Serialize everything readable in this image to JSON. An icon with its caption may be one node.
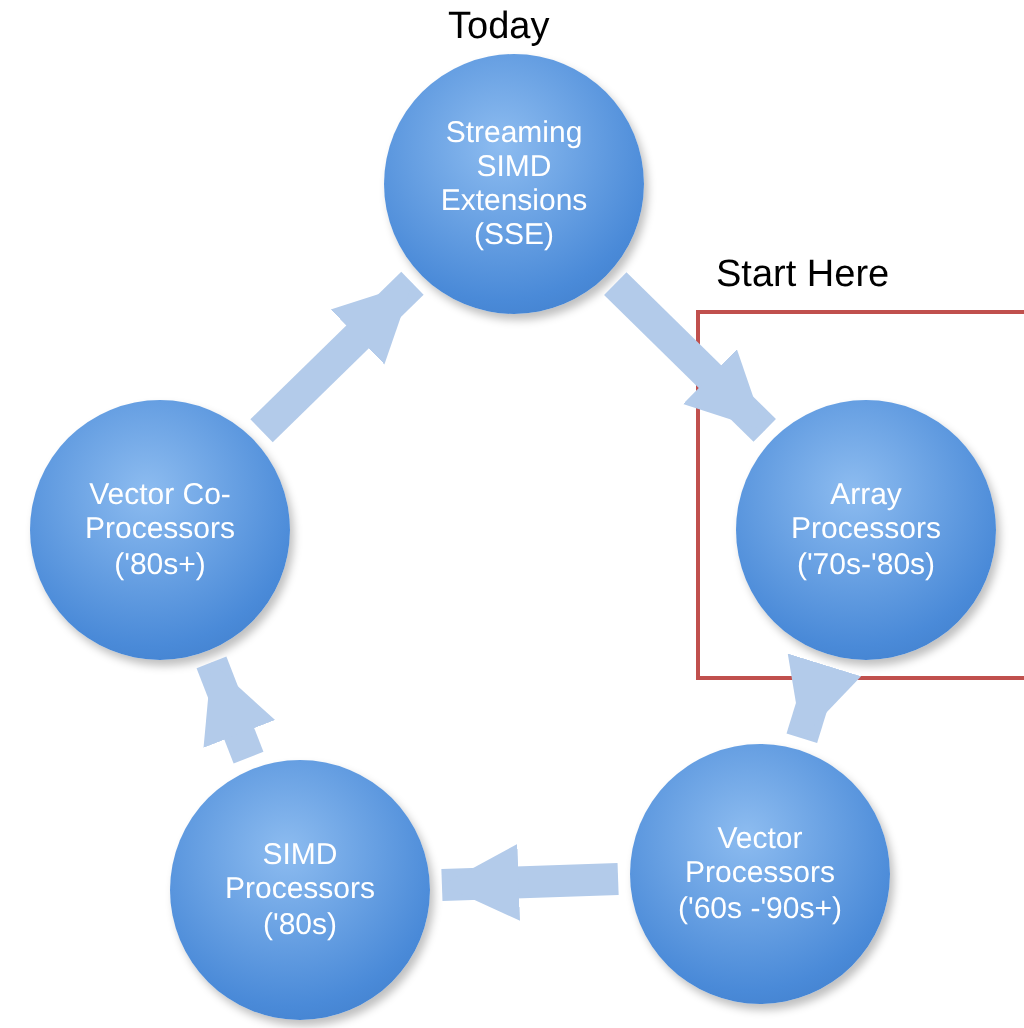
{
  "diagram": {
    "nodes": [
      {
        "text": [
          "Streaming SIMD Extensions (SSE)"
        ],
        "beside": [
          "Today"
        ]
      },
      {
        "text": [
          "Start Here"
        ]
      },
      {
        "text": [
          "Array Processors ('70s-'80s)"
        ],
        "in": 1
      },
      {
        "text": [
          "Vector Processors ('60s -'90s+)"
        ]
      },
      {
        "text": [
          "SIMD Processors ('80s)"
        ]
      },
      {
        "text": [
          "Vector Co-Processors ('80s+)"
        ]
      }
    ],
    "edges": [
      {
        "from": 0,
        "to": 2,
        "arrow": "to"
      },
      {
        "from": 2,
        "to": 3,
        "arrow": "to"
      },
      {
        "from": 3,
        "to": 4,
        "arrow": "to"
      },
      {
        "from": 4,
        "to": 5,
        "arrow": "to"
      },
      {
        "from": 5,
        "to": 0,
        "arrow": "to"
      }
    ]
  }
}
